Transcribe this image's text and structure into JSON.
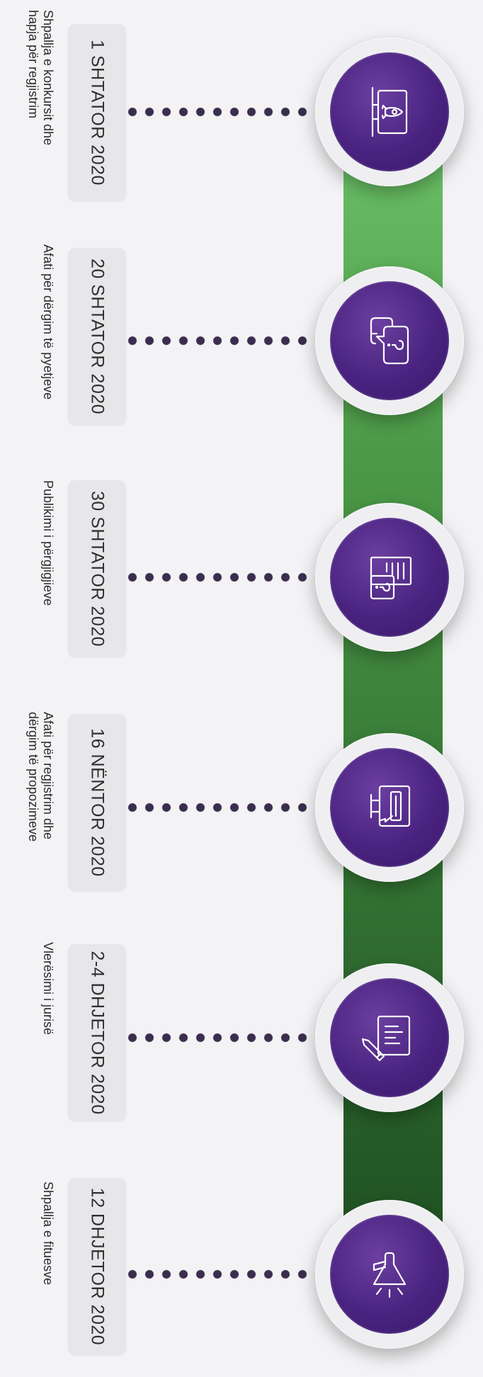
{
  "colors": {
    "background": "#f3f3f5",
    "timeline_bar_top": "#6ec46a",
    "timeline_bar_bottom": "#1f4f22",
    "node_purple": "#4a2380",
    "dots": "#3a2d4d",
    "date_card": "#e7e7ea"
  },
  "milestones": [
    {
      "date": "1 SHTATOR 2020",
      "description": [
        "Shpallja e konkursit dhe",
        "hapja për regjistrim"
      ],
      "icon": "rocket-monitor-icon"
    },
    {
      "date": "20 SHTATOR 2020",
      "description": [
        "Afati për dërgim të pyetjeve"
      ],
      "icon": "chat-question-icon"
    },
    {
      "date": "30 SHTATOR 2020",
      "description": [
        "Publikimi i përgjigjieve"
      ],
      "icon": "document-question-icon"
    },
    {
      "date": "16 NËNTOR 2020",
      "description": [
        "Afati për regjistrim dhe",
        "dërgim të propozimeve"
      ],
      "icon": "submit-computer-icon"
    },
    {
      "date": "2-4 DHJETOR 2020",
      "description": [
        "Vlerësimi i jurisë"
      ],
      "icon": "evaluation-board-icon"
    },
    {
      "date": "12 DHJETOR 2020",
      "description": [
        "Shpallja e fituesve"
      ],
      "icon": "megaphone-icon"
    }
  ]
}
